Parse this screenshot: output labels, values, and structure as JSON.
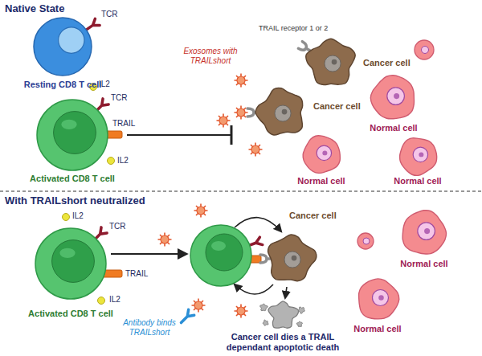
{
  "diagram": {
    "nodes": [
      {
        "text": [
          "Resting CD8 T cell"
        ]
      },
      {
        "text": [
          "Activated CD8 T cell"
        ]
      },
      {
        "text": [
          "Cancer cell"
        ]
      },
      {
        "text": [
          "Cancer cell"
        ]
      },
      {
        "text": [
          "Normal cell"
        ]
      },
      {
        "text": [
          "Normal cell"
        ]
      },
      {
        "text": [
          "Normal cell"
        ]
      },
      {
        "text": [
          "Activated CD8 T cell"
        ]
      },
      {
        "text": [
          "Cancer cell"
        ]
      },
      {
        "text": [
          "Normal cell"
        ]
      },
      {
        "text": [
          "Normal cell"
        ]
      },
      {
        "text": [
          "Cancer cell dies a TRAIL dependant apoptotic death"
        ]
      }
    ],
    "edges": [
      {
        "from": 8,
        "to": 11,
        "arrow": "to"
      }
    ],
    "labels": [
      "Native State",
      "TCR",
      "IL2",
      "TCR",
      "TRAIL",
      "IL2",
      "Exosomes with TRAILshort",
      "TRAIL receptor 1 or 2",
      "With TRAILshort neutralized",
      "IL2",
      "TCR",
      "TRAIL",
      "IL2",
      "Antibody binds TRAILshort"
    ]
  }
}
